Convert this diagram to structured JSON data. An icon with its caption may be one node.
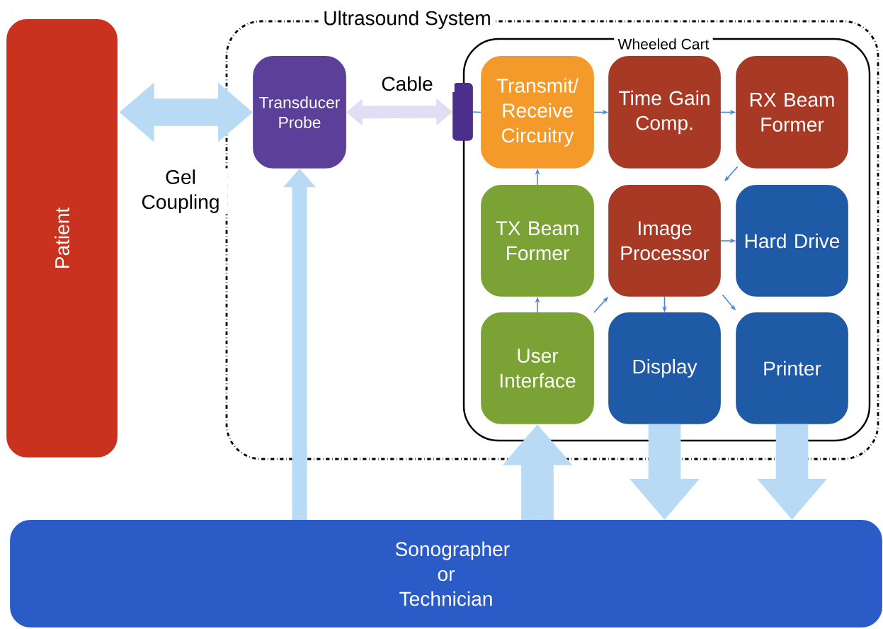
{
  "diagram": {
    "nodes": [
      {
        "text": [
          "Ultrasound System"
        ]
      },
      {
        "text": [
          "Wheeled Cart"
        ],
        "in": 0
      },
      {
        "text": [
          "Patient"
        ]
      },
      {
        "text": [
          "Transducer Probe"
        ],
        "in": 0
      },
      {
        "text": [],
        "shape": "box",
        "in": 0
      },
      {
        "text": [
          "Transmit/ Receive Circuitry"
        ],
        "in": 1
      },
      {
        "text": [
          "Time Gain Comp."
        ],
        "in": 1
      },
      {
        "text": [
          "RX Beam Former"
        ],
        "in": 1
      },
      {
        "text": [
          "TX Beam Former"
        ],
        "in": 1
      },
      {
        "text": [
          "Image Processor"
        ],
        "in": 1
      },
      {
        "text": [
          "Hard Drive"
        ],
        "in": 1
      },
      {
        "text": [
          "User Interface"
        ],
        "in": 1
      },
      {
        "text": [
          "Display"
        ],
        "in": 1
      },
      {
        "text": [
          "Printer"
        ],
        "in": 1
      },
      {
        "text": [
          "Sonographer or Technician"
        ]
      }
    ],
    "edges": [
      {
        "from": 2,
        "to": 3,
        "arrow": "both",
        "label": "Gel Coupling",
        "style": "thick",
        "color": "#b8daf5"
      },
      {
        "from": 3,
        "to": 4,
        "arrow": "both",
        "label": "Cable",
        "style": "thick",
        "color": "#e2dcf5"
      },
      {
        "from": 4,
        "to": 5,
        "arrow": "none"
      },
      {
        "from": 5,
        "to": 6,
        "arrow": "to"
      },
      {
        "from": 6,
        "to": 7,
        "arrow": "to"
      },
      {
        "from": 7,
        "to": 9,
        "arrow": "to"
      },
      {
        "from": 8,
        "to": 5,
        "arrow": "to"
      },
      {
        "from": 11,
        "to": 8,
        "arrow": "to"
      },
      {
        "from": 11,
        "to": 9,
        "arrow": "to"
      },
      {
        "from": 9,
        "to": 10,
        "arrow": "to"
      },
      {
        "from": 9,
        "to": 12,
        "arrow": "to"
      },
      {
        "from": 9,
        "to": 13,
        "arrow": "to"
      },
      {
        "from": 14,
        "to": 3,
        "arrow": "to",
        "style": "thick",
        "color": "#b8daf5"
      },
      {
        "from": 14,
        "to": 11,
        "arrow": "to",
        "style": "thick",
        "color": "#b8daf5"
      },
      {
        "from": 12,
        "to": 14,
        "arrow": "to",
        "style": "thick",
        "color": "#b8daf5"
      },
      {
        "from": 13,
        "to": 14,
        "arrow": "to",
        "style": "thick",
        "color": "#b8daf5"
      }
    ]
  }
}
